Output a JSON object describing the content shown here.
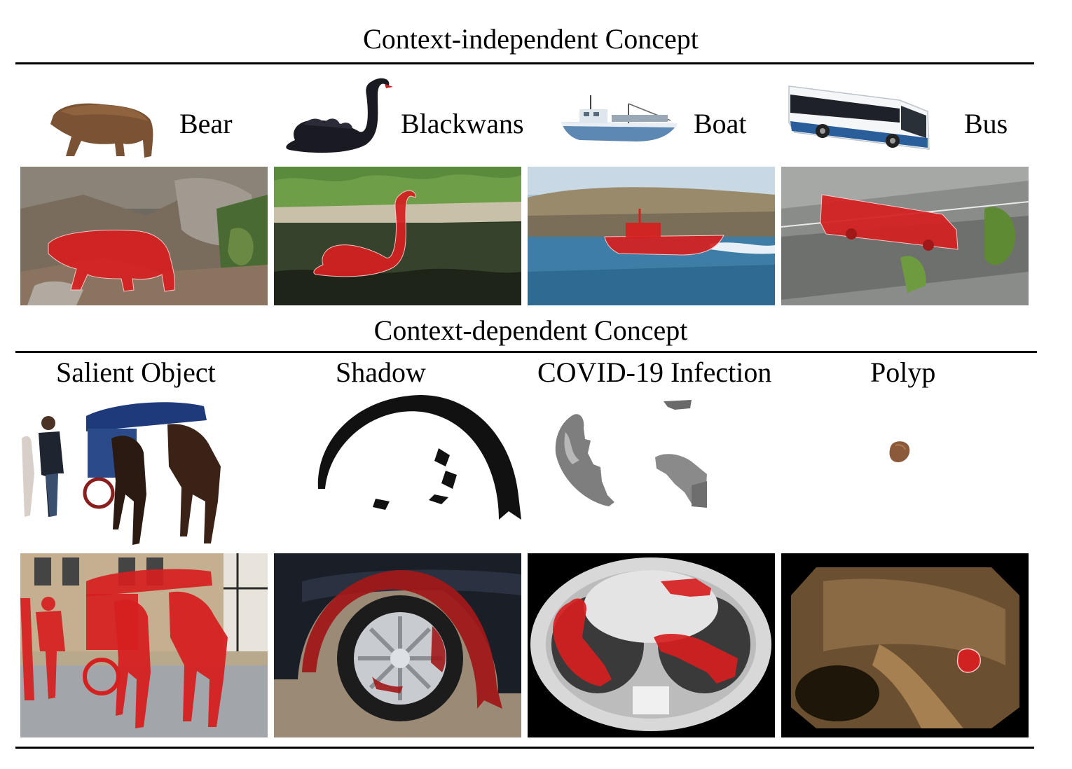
{
  "figure": {
    "independent": {
      "title": "Context-independent Concept",
      "concepts": [
        {
          "label": "Bear",
          "icon": "bear-icon"
        },
        {
          "label": "Blackwans",
          "icon": "black-swan-icon"
        },
        {
          "label": "Boat",
          "icon": "boat-icon"
        },
        {
          "label": "Bus",
          "icon": "bus-icon"
        }
      ]
    },
    "dependent": {
      "title": "Context-dependent Concept",
      "concepts": [
        {
          "label": "Salient Object",
          "icon": "carriage-mask-icon"
        },
        {
          "label": "Shadow",
          "icon": "shadow-mask-icon"
        },
        {
          "label": "COVID-19 Infection",
          "icon": "infection-mask-icon"
        },
        {
          "label": "Polyp",
          "icon": "polyp-mask-icon"
        }
      ]
    },
    "mask_color": "#d62020"
  }
}
